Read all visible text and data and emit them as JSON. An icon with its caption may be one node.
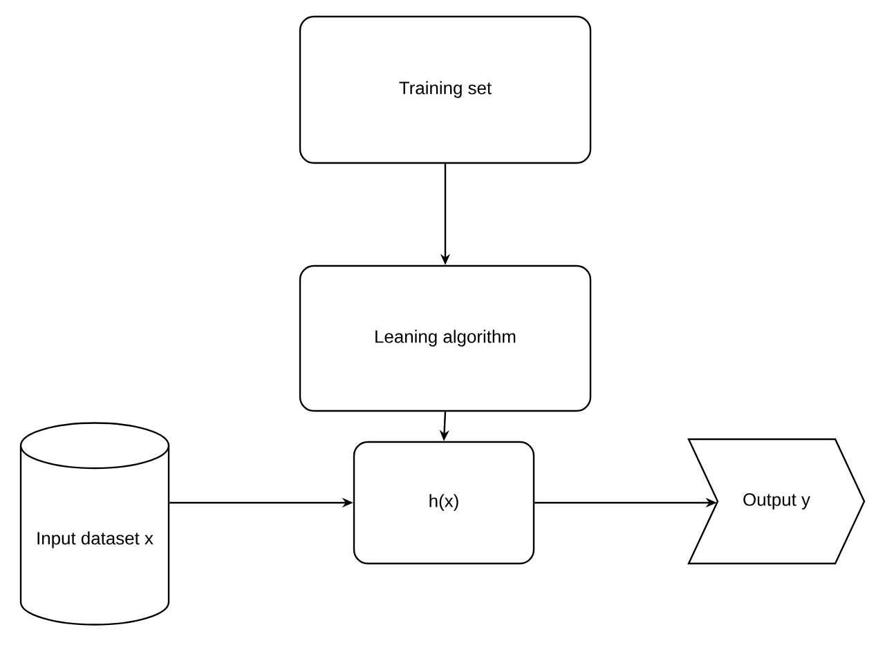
{
  "diagram": {
    "nodes": [
      {
        "text": [
          "Training set"
        ]
      },
      {
        "text": [
          "Leaning algorithm"
        ]
      },
      {
        "text": [
          "Input dataset x"
        ]
      },
      {
        "text": [
          "h(x)"
        ]
      },
      {
        "text": [
          "Output y"
        ]
      }
    ],
    "edges": [
      {
        "from": 0,
        "to": 1,
        "arrow": "to"
      },
      {
        "from": 1,
        "to": 3,
        "arrow": "to"
      },
      {
        "from": 2,
        "to": 3,
        "arrow": "to"
      },
      {
        "from": 3,
        "to": 4,
        "arrow": "to"
      }
    ]
  }
}
